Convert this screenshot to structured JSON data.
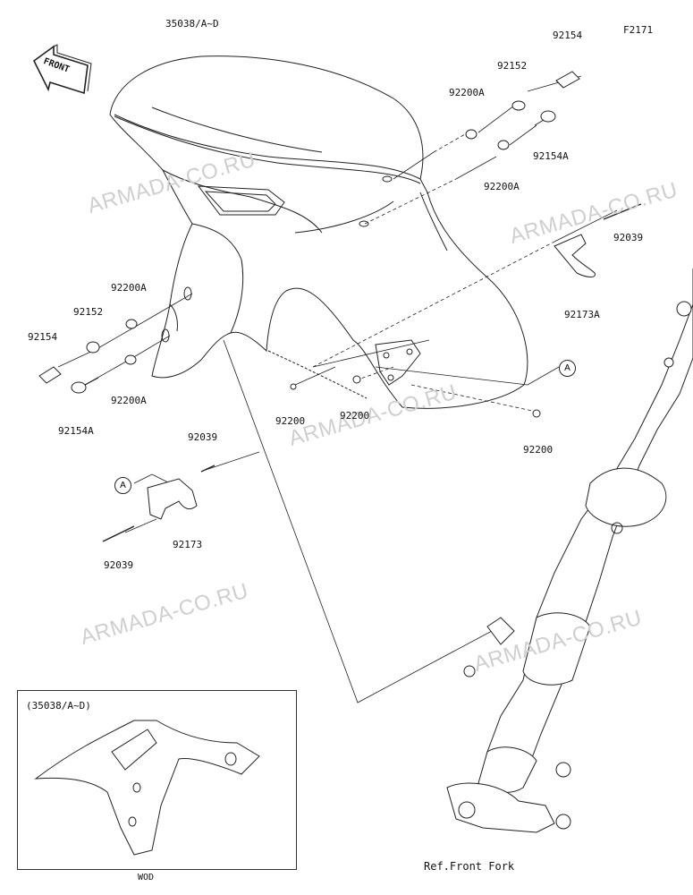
{
  "diagram_code": "F2171",
  "front_label": "FRONT",
  "watermark": "ARMADA-CO.RU",
  "parts": {
    "fender": "35038/A~D",
    "bolt_top": "92154",
    "washer_top": "92152",
    "grommet_top_a": "92200A",
    "bolt_a_top": "92154A",
    "grommet_top_b": "92200A",
    "pin_right": "92039",
    "clamp_right": "92173A",
    "grommet_left_a": "92200A",
    "washer_left": "92152",
    "bolt_left": "92154",
    "grommet_left_b": "92200A",
    "bolt_a_left": "92154A",
    "grommet_mid_1": "92200",
    "grommet_mid_2": "92200",
    "grommet_right": "92200",
    "pin_left_top": "92039",
    "clamp_left": "92173",
    "pin_left_bottom": "92039"
  },
  "callout_a": "A",
  "inset_title": "(35038/A~D)",
  "inset_caption": "WOD",
  "ref_label": "Ref.Front Fork"
}
